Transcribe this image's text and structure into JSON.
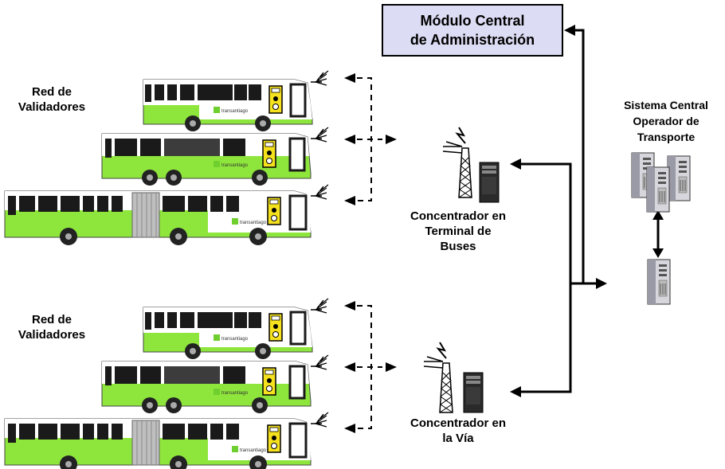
{
  "admin_module": {
    "line1": "Módulo Central",
    "line2": "de Administración"
  },
  "central_system": {
    "line1": "Sistema Central",
    "line2": "Operador de",
    "line3": "Transporte"
  },
  "validator_network_top": {
    "line1": "Red de",
    "line2": "Validadores"
  },
  "validator_network_bottom": {
    "line1": "Red de",
    "line2": "Validadores"
  },
  "terminal_concentrator": {
    "line1": "Concentrador en",
    "line2": "Terminal de",
    "line3": "Buses"
  },
  "road_concentrator": {
    "line1": "Concentrador en",
    "line2": "la Vía"
  },
  "bus_brand": "transantiago",
  "colors": {
    "bus_green": "#8ee63c",
    "bus_white": "#ffffff",
    "validator_yellow": "#f5e11e",
    "admin_fill": "#dcdcf4"
  }
}
